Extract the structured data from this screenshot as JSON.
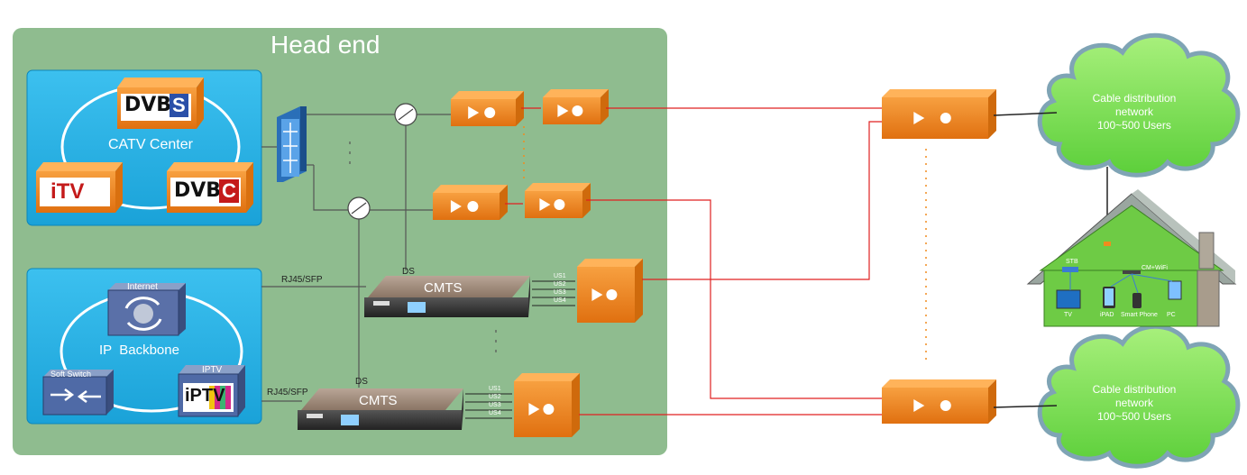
{
  "headend": {
    "title": "Head end"
  },
  "catv": {
    "center_label": "CATV Center",
    "dvbs_text": "DVB",
    "dvbs_badge": "S",
    "dvbc_text": "DVB",
    "dvbc_badge": "C",
    "itv_text": "iTV"
  },
  "ipbb": {
    "backbone_label": "IP  Backbone",
    "internet_label": "Internet",
    "softswitch_label": "Soft Switch",
    "iptv_label": "IPTV",
    "iptv_logo": "iPTV"
  },
  "cmts_units": [
    {
      "name": "CMTS",
      "ds_label": "DS",
      "link_label": "RJ45/SFP",
      "us_labels": [
        "US1",
        "US2",
        "US3",
        "US4"
      ]
    },
    {
      "name": "CMTS",
      "ds_label": "DS",
      "link_label": "RJ45/SFP",
      "us_labels": [
        "US1",
        "US2",
        "US3",
        "US4"
      ]
    }
  ],
  "clouds": [
    {
      "lines": [
        "Cable distribution",
        "network",
        "100~500 Users"
      ]
    },
    {
      "lines": [
        "Cable distribution",
        "network",
        "100~500 Users"
      ]
    }
  ],
  "house": {
    "stb_label": "STB",
    "cm_label": "CM+WiFi",
    "devices": [
      "TV",
      "iPAD",
      "Smart Phone",
      "PC"
    ]
  },
  "colors": {
    "headend_bg": "#8fbc8f",
    "panel_blue": "#29b3e6",
    "orange": "#f08c1e",
    "cloud_green": "#7ee05a",
    "fiber_red": "#e02020",
    "house_green": "#6ecb45"
  }
}
